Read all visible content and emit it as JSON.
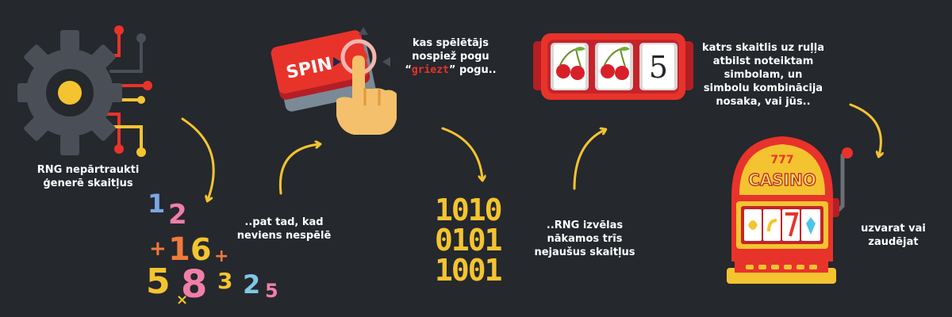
{
  "colors": {
    "background": "#25282d",
    "accent_yellow": "#f4c430",
    "accent_red": "#e8332b",
    "text": "#ffffff"
  },
  "steps": {
    "rng": {
      "icon": "gear-circuit-icon",
      "caption": "RNG nepārtraukti ģenerē skaitļus"
    },
    "numbers": {
      "icon": "scattered-numbers-icon",
      "glyphs": [
        "1",
        "2",
        "+",
        "1",
        "6",
        "+",
        "5",
        "8",
        "3",
        "2",
        "5",
        "×"
      ]
    },
    "idle": {
      "caption": "..pat tad, kad neviens nespēlē"
    },
    "spin": {
      "icon": "spin-button-hand-icon",
      "button_label": "SPIN",
      "caption_before": "kas spēlētājs nospiež pogu “",
      "caption_highlight": "griezt",
      "caption_after": "” pogu.."
    },
    "binary": {
      "icon": "binary-code-icon",
      "lines": [
        "1010",
        "0101",
        "1001"
      ]
    },
    "pick": {
      "caption": "..RNG izvēlas nākamos trīs nejaušus skaitļus"
    },
    "reels": {
      "icon": "slot-reels-icon",
      "third_symbol": "5"
    },
    "symbols": {
      "caption": "katrs skaitlis uz ruļļa atbilst noteiktam simbolam, un simbolu kombinācija nosaka, vai jūs.."
    },
    "machine": {
      "icon": "slot-machine-icon",
      "sign_top": "777",
      "sign_text": "CASINO"
    },
    "result": {
      "caption": "uzvarat vai zaudējat"
    }
  }
}
